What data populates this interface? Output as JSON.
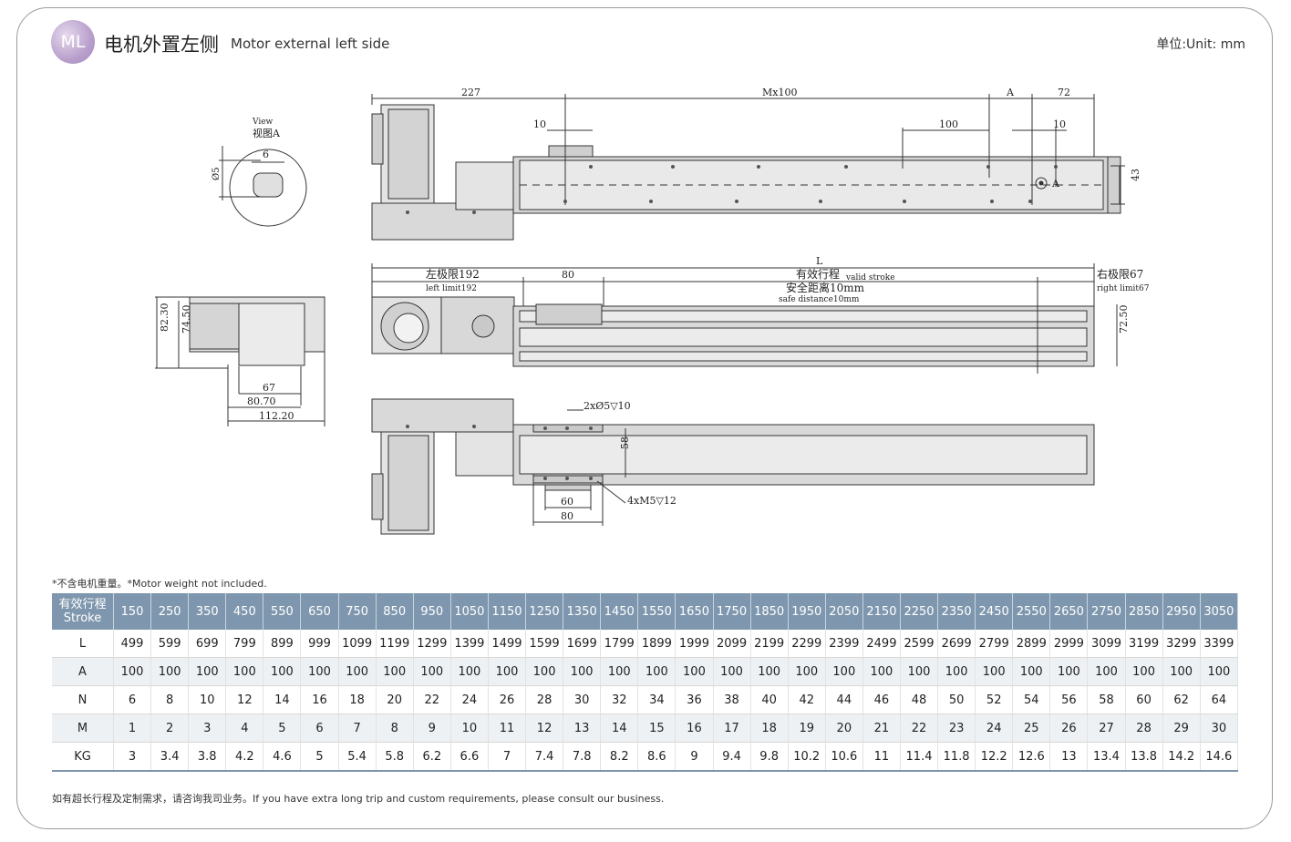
{
  "header": {
    "badge": "ML",
    "title_cn": "电机外置左侧",
    "title_en": "Motor external left side",
    "unit": "单位:Unit: mm"
  },
  "drawing": {
    "view_label": "View",
    "view_label_cn": "视图A",
    "top_227": "227",
    "top_m": "Mx100",
    "top_a": "A",
    "top_72": "72",
    "dim_10a": "10",
    "dim_100": "100",
    "dim_10b": "10",
    "dim_43": "43",
    "mark_a": "A",
    "dim_6": "6",
    "dim_phi5": "Ø5",
    "l_label": "L",
    "left_limit_cn": "左极限192",
    "left_limit_en": "left limit192",
    "dim_80": "80",
    "valid_stroke_cn": "有效行程",
    "valid_stroke_en": "valid stroke",
    "safe_cn": "安全距离10mm",
    "safe_en": "safe distance10mm",
    "right_limit_cn": "右极限67",
    "right_limit_en": "right limit67",
    "dim_7250": "72.50",
    "dim_8230": "82.30",
    "dim_7450": "74.50",
    "dim_67": "67",
    "dim_8070": "80.70",
    "dim_11220": "112.20",
    "hole_2x": "2xØ5▽10",
    "hole_4x": "4xM5▽12",
    "dim_58": "58",
    "dim_60": "60",
    "dim_80b": "80"
  },
  "note": "*不含电机重量。*Motor weight not included.",
  "table": {
    "header_cn": "有效行程",
    "header_en": "Stroke",
    "strokes": [
      "150",
      "250",
      "350",
      "450",
      "550",
      "650",
      "750",
      "850",
      "950",
      "1050",
      "1150",
      "1250",
      "1350",
      "1450",
      "1550",
      "1650",
      "1750",
      "1850",
      "1950",
      "2050",
      "2150",
      "2250",
      "2350",
      "2450",
      "2550",
      "2650",
      "2750",
      "2850",
      "2950",
      "3050"
    ],
    "rows": [
      {
        "label": "L",
        "values": [
          "499",
          "599",
          "699",
          "799",
          "899",
          "999",
          "1099",
          "1199",
          "1299",
          "1399",
          "1499",
          "1599",
          "1699",
          "1799",
          "1899",
          "1999",
          "2099",
          "2199",
          "2299",
          "2399",
          "2499",
          "2599",
          "2699",
          "2799",
          "2899",
          "2999",
          "3099",
          "3199",
          "3299",
          "3399"
        ]
      },
      {
        "label": "A",
        "values": [
          "100",
          "100",
          "100",
          "100",
          "100",
          "100",
          "100",
          "100",
          "100",
          "100",
          "100",
          "100",
          "100",
          "100",
          "100",
          "100",
          "100",
          "100",
          "100",
          "100",
          "100",
          "100",
          "100",
          "100",
          "100",
          "100",
          "100",
          "100",
          "100",
          "100"
        ]
      },
      {
        "label": "N",
        "values": [
          "6",
          "8",
          "10",
          "12",
          "14",
          "16",
          "18",
          "20",
          "22",
          "24",
          "26",
          "28",
          "30",
          "32",
          "34",
          "36",
          "38",
          "40",
          "42",
          "44",
          "46",
          "48",
          "50",
          "52",
          "54",
          "56",
          "58",
          "60",
          "62",
          "64"
        ]
      },
      {
        "label": "M",
        "values": [
          "1",
          "2",
          "3",
          "4",
          "5",
          "6",
          "7",
          "8",
          "9",
          "10",
          "11",
          "12",
          "13",
          "14",
          "15",
          "16",
          "17",
          "18",
          "19",
          "20",
          "21",
          "22",
          "23",
          "24",
          "25",
          "26",
          "27",
          "28",
          "29",
          "30"
        ]
      },
      {
        "label": "KG",
        "values": [
          "3",
          "3.4",
          "3.8",
          "4.2",
          "4.6",
          "5",
          "5.4",
          "5.8",
          "6.2",
          "6.6",
          "7",
          "7.4",
          "7.8",
          "8.2",
          "8.6",
          "9",
          "9.4",
          "9.8",
          "10.2",
          "10.6",
          "11",
          "11.4",
          "11.8",
          "12.2",
          "12.6",
          "13",
          "13.4",
          "13.8",
          "14.2",
          "14.6"
        ]
      }
    ]
  },
  "footer": "如有超长行程及定制需求，请咨询我司业务。If you have extra long trip and custom requirements, please consult our business."
}
